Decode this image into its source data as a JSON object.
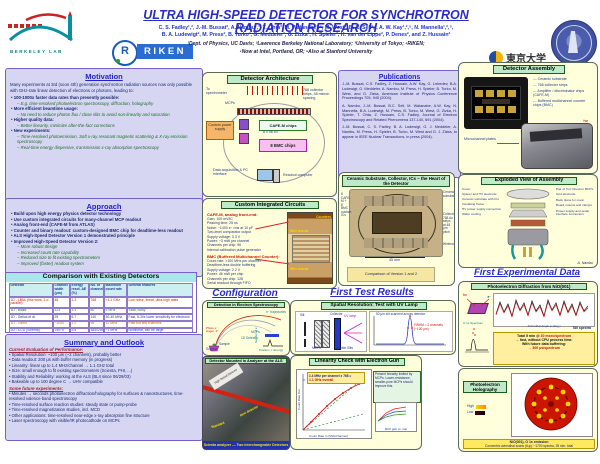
{
  "header": {
    "title": "ULTRA HIGH-SPEED DETECTOR FOR SYNCHROTRON RADIATION RESEARCH",
    "authors1": "C. S. Fadley¹,², J.-M. Bussat², A. Nambu¹,³, T. Ohta³, M. Watanabe³,⁴, M. West², B. C. Sell¹,², A. W. Kay¹,²,⁵, N. Mannella¹,²,⁵,",
    "authors2": "B. A. Ludewigt², M. Press², B. Turko², G. Meddeler², G. Zizka², H. Spieler², H. van der Lippe², P. Denes², and Z. Hussain²",
    "affil1": "¹Dept. of Physics, UC Davis; ²Lawrence Berkeley National Laboratory; ³University of Tokyo; ⁴RIKEN;",
    "affil2": "⁵Now at Intel, Portland, OR; ⁶Also at Stanford University",
    "berkeley": "BERKELEY LAB",
    "riken": "RIKEN",
    "utokyo": "東京大学",
    "utokyo_sub": "THE UNIVERSITY OF TOKYO"
  },
  "motivation": {
    "title": "Motivation",
    "intro": "Many experiments at 3rd (soon 4th) generation synchrotron radiation sources now only possible with GHz-rate linear detection of electrons or photons, leading to:",
    "items": [
      {
        "t": "100-1000x faster data rates than presently possible:",
        "c": "b"
      },
      {
        "t": "E.g. time-resolved photoelectron spectroscopy, diffraction, holography",
        "c": "s"
      },
      {
        "t": "More efficient beamtime usage:",
        "c": "b"
      },
      {
        "t": "No need to reduce photon flux / close slits to avoid non-linearity and saturation",
        "c": "s"
      },
      {
        "t": "Higher quality data:",
        "c": "b"
      },
      {
        "t": "Better linearity, minimize after-the-fact corrections",
        "c": "s"
      },
      {
        "t": "New experiments:",
        "c": "b"
      },
      {
        "t": "Time-resolved photoemission, Soft x-ray resonant magnetic scattering & X-ray emission spectroscopy",
        "c": "s"
      },
      {
        "t": "Real-time energy dispersive, transmission x-ray absorption spectroscopy",
        "c": "s"
      }
    ]
  },
  "approach": {
    "title": "Approach",
    "items": [
      {
        "t": "Build upon high energy physics detector technology",
        "c": "b"
      },
      {
        "t": "Use custom integrated circuits for many-channel MCP readout",
        "c": "b"
      },
      {
        "t": "Analog front-end (CAFE-M from ATLAS)",
        "c": "b"
      },
      {
        "t": "Counter and binary readout: custom-designed BMC chip for deadtime-less readout",
        "c": "b"
      },
      {
        "t": "ALS High-Speed Detector Version 1 demonstrated principle",
        "c": "b"
      },
      {
        "t": "Improved High-Speed Detector Version 2:",
        "c": "b"
      },
      {
        "t": "More robust design",
        "c": "s"
      },
      {
        "t": "Increased count rate capability",
        "c": "s"
      },
      {
        "t": "Reduced size to fit existing spectrometers",
        "c": "s"
      },
      {
        "t": "Improved (faster) readout system",
        "c": "s"
      }
    ]
  },
  "comparison": {
    "title": "Comparison with Existing Detectors",
    "headers": [
      "Detector",
      "Channel width (μm)",
      "Energy resol. ΔE (%)",
      "No. of channels",
      "Maximum count rate",
      "General features"
    ],
    "rows": [
      {
        "d": "1D - LBNL (this work, 2-d parallel)",
        "w": "48",
        "r": "1.3",
        "n": "768",
        "m": ">1.1 GHz",
        "f": "Low noise, linear, ultra-high rates",
        "c": "c-red"
      },
      {
        "d": "1D - Blake",
        "w": "123",
        "r": "3.1",
        "n": "80",
        "m": "5 MHz",
        "f": "Slow, noisy",
        "c": "c-green"
      },
      {
        "d": "1D - Gelius et al.",
        "w": "25",
        "r": "6.7",
        "n": "140",
        "m": "30-40 MHz",
        "f": "Fast, 5-30x lower sensitivity for electrons",
        "c": "c-navy"
      },
      {
        "d": "1D - Torino",
        "w": "~1000",
        "r": "1.0",
        "n": "96",
        "m": "10 MHz",
        "f": "Fast but few channels",
        "c": "c-orange"
      },
      {
        "d": "2D - CCD (Scienta)",
        "w": "75x75",
        "r": "3.5",
        "n": "384x256",
        "m": "~1 MHz",
        "f": "Nonlinear, can be large",
        "c": "c-blue"
      },
      {
        "d": "2D - Resistive anode (Quantar)",
        "w": "68x68",
        "r": "10.0",
        "n": "256x256",
        "m": "~1 MHz",
        "f": "Linear to ~100 kHz",
        "c": "c-purple"
      }
    ]
  },
  "summary": {
    "title": "Summary and Outlook",
    "h1": "Current Evaluation of Performance:",
    "items1": [
      "Spatial Resolution: ~100 μm (~2 channels), probably better",
      "Data readout: 200 μs with buffer memory (in progress)",
      "Linearity: linear up to 1.4 MHz/channel → 1.1 GHz total",
      "Size: small enough to fit existing spectrometers (Scienta, PHI, ...)",
      "Stability and Reliability: working at the ALS (BL4 since 06/29/03)",
      "Bakeable up to 100 degree C → UHV compatible"
    ],
    "h2": "Some future experiments:",
    "items2": [
      "Minutes → seconds photoelectron diffraction/holography for surfaces & nanostructures, time-resolved valence-band spectroscopy",
      "Time-resolved surface reaction studies: steady state or pump-probe",
      "Time-resolved magnetization studies, incl. MCD",
      "Other applications: time-resolved near-edge x-ray absorption fine structure",
      "Laser spectroscopy with visible/IR photocathode on MCPs"
    ]
  },
  "publications": {
    "title": "Publications",
    "refs": [
      "J.-M. Bussat, C.S. Fadley, Z. Hussain, A.W. Kay, G. Lebedev, B.A. Ludewigt, G. Meddeler, A. Nambu, M. Press, H. Spieler, B. Turko, M. West, and G. Zizka, American Institute of Physics Conference Proceedings 705, 945 (2004).",
      "A. Nambu, J.-M. Bussat, B.C. Sell, M. Watanabe, A.W. Kay, N. Mannella, B.A. Ludewigt, M. Press, B. Turko, M. West, G. Zizka, H. Spieler, T. Ohta, Z. Hussain, C.S. Fadley, Journal of Electron Spectroscopy and Related Phenomena 137-140, 691 (2004).",
      "J.-M. Bussat, C. S. Fadley, B. A. Ludewigt, G. J. Meddeler, A. Nambu, M. Press, H. Spieler, B. Turko, M. West and G. J. Zizka, to appear in IEEE Nuclear Transactions, in press (2004)."
    ]
  },
  "architecture": {
    "title": "Detector Architecture",
    "to_spectrometer": "To spectrometer",
    "power": "Custom power supply",
    "mcps": "MCPs",
    "strips": "768 collector strips, 48 micron spacing",
    "cafe": "CAFE-M chips",
    "cafe_sub": "8 x 96 ch",
    "bmc": "8 BMC chips",
    "daq": "Data acquisition & PC interface",
    "computer": "Readout computer"
  },
  "custom_ics": {
    "title": "Custom Integrated Circuits",
    "cafe_h": "CAFE-M, analog front-end:",
    "cafe": [
      "Gain: 100 mV/fC",
      "Peaking time: 25 ns",
      "Noise: ~1400 e⁻ rms at 10 pF",
      "Two-level comparator output",
      "Supply voltage: 3.3 V",
      "Power: ~3 mW per channel",
      "Channels per chip: 96",
      "Internal calibration pulse generator"
    ],
    "bmc_h": "BMC (Buffered Multichannel Counter):",
    "bmc": [
      "Count rate: >100 MHz per channel",
      "Deadtime-less double buffering",
      "Supply voltage: 2.2 V",
      "Power: 46 mW per chip",
      "Channels per chip: 128",
      "Serial readout through FIFO"
    ],
    "chip_labels": [
      "Counters",
      "Wire bonds",
      "Wire bonds"
    ]
  },
  "heart": {
    "title": "Ceramic Substrate, Collector, ICs – the Heart of the Detector",
    "l_ics": "8 CAFE-M + 8 BMC custom ICs",
    "l_sub": "Ceramic substrate",
    "l_col": "Collector: 768 Au strips at 48 μm pitch",
    "l_wire": "Wirebonds",
    "dim": "45 mm",
    "caption": "Comparison of Version 1 and 2"
  },
  "assembly": {
    "title": "Detector Assembly",
    "labels": [
      "Ceramic substrate",
      "768 collector strips",
      "Amplifier / discriminator chips (CAFE-M)",
      "Buffered multichannel counter chips (BMC)"
    ],
    "mcp_label": "Microchannel plates",
    "hv": "hν"
  },
  "exploded": {
    "title": "Exploded View of Assembly",
    "left": [
      "Cover",
      "Spacer and HV electrode",
      "Ceramic substrate with ICs",
      "Insulating frame",
      "HV power supply connection",
      "Water cooling"
    ],
    "right": [
      "Pair of 'hot' Chevron MCPs",
      "Grid electrode",
      "Back plane for cover",
      "Board mounts and clamps",
      "Power supply and serial interface connectors"
    ],
    "credit": "A. Nambu"
  },
  "configuration": {
    "title": "Configuration",
    "spectro": {
      "title": "Detection in Electron Spectroscopy",
      "traj": "e⁻ trajectories",
      "photo": "Photo e⁻, Auger, 2°",
      "sample": "Sample",
      "support": "Support",
      "mcps": "MCPs",
      "det": "1D Detector",
      "ylab": "Number of e⁻",
      "xlab": "Position ∝ Energy"
    },
    "mounted": {
      "title": "Detector Mounted in Analyzer at the ALS",
      "sticker": "High-Speed Detector",
      "lbl1": "New detector",
      "lbl2": "Standard",
      "caption": "Scienta analyzer — Two interchangeable Detectors"
    }
  },
  "first_tests": {
    "title": "First Test Results",
    "spatial": {
      "title": "Spatial Resolution: Test with UV Lamp",
      "slit": "Slit",
      "mcps": "MCPs",
      "collector": "Collector",
      "double": "Double Slits",
      "uv": "UV lamp",
      "ann1": "50 μm slit scanned across detector",
      "ann2": "FWHM ≈ 2 channels (~100 μm)"
    },
    "linearity": {
      "title": "Linearity Check with Electron Gun",
      "ann1": "1.4 MHz per channel x 768 =",
      "ann2": "1.1 GHz overall",
      "xlab": "Count Rate In (MHz/channel)",
      "ylab": "Count Rate Out",
      "note": "Present linearity limited by MCPs. Lower-resistance, smaller-pore MCPs should improve this.",
      "inset": "MCP gain vs. rate"
    }
  },
  "first_data": {
    "title": "First Experimental Data",
    "diffraction": {
      "title": "Photoelectron Diffraction from NiO(001)",
      "o1s": "O 1s Spectrum",
      "spectra": "780 spectra",
      "xlab": "Azimuthal Angle φ (deg.)",
      "hv": "hν",
      "e": "e⁻",
      "n1a": "Total 5 min @ ",
      "n1b": "30 msec/spectrum",
      "n2": "→ fast, without CPU process time.",
      "n3": "With future data buffering:",
      "n4": "→ 300 μs/spectrum"
    },
    "holography": {
      "title": "Photoelectron Holography",
      "high": "High",
      "low": "Low",
      "cap1": "NiO(001), O 1s emission",
      "cap2": "Concentric azimuthal scans (θ,φ): ~1700 spectra, 35 min. total"
    }
  },
  "colors": {
    "accent_blue": "#2a2ac8",
    "panel_lavender": "#d6d6f2",
    "panel_cream": "#ffffdc",
    "chip_green": "#bfe9c9",
    "highlight_red": "#cc1100"
  }
}
